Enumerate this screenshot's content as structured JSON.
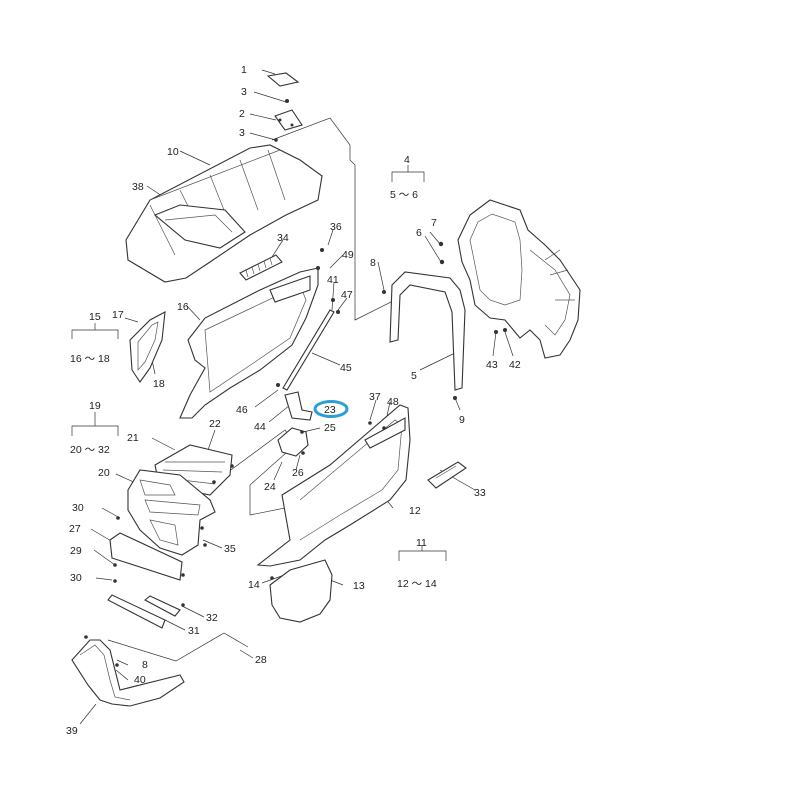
{
  "labels": {
    "l1": "1",
    "l3a": "3",
    "l2": "2",
    "l3b": "3",
    "l10": "10",
    "l38": "38",
    "l4": "4",
    "l5_6": "5 ～ 6",
    "l7": "7",
    "l6": "6",
    "l8a": "8",
    "l36": "36",
    "l34": "34",
    "l49": "49",
    "l41": "41",
    "l47": "47",
    "l15": "15",
    "l16_18": "16 ～ 18",
    "l17": "17",
    "l16": "16",
    "l18": "18",
    "l45": "45",
    "l43": "43",
    "l42": "42",
    "l5": "5",
    "l9": "9",
    "l46": "46",
    "l44": "44",
    "l23": "23",
    "l25": "25",
    "l37": "37",
    "l48": "48",
    "l19": "19",
    "l20_32": "20 ～ 32",
    "l21": "21",
    "l22": "22",
    "l26": "26",
    "l24": "24",
    "l33": "33",
    "l20": "20",
    "l12": "12",
    "l30a": "30",
    "l27": "27",
    "l35": "35",
    "l29": "29",
    "l30b": "30",
    "l11": "11",
    "l12_14": "12 ～ 14",
    "l14": "14",
    "l13": "13",
    "l32": "32",
    "l31": "31",
    "l28": "28",
    "l8b": "8",
    "l40": "40",
    "l39": "39"
  },
  "highlight": {
    "label": "l23",
    "color": "#2a9fd6"
  },
  "colors": {
    "line": "#333333",
    "background": "#ffffff"
  }
}
